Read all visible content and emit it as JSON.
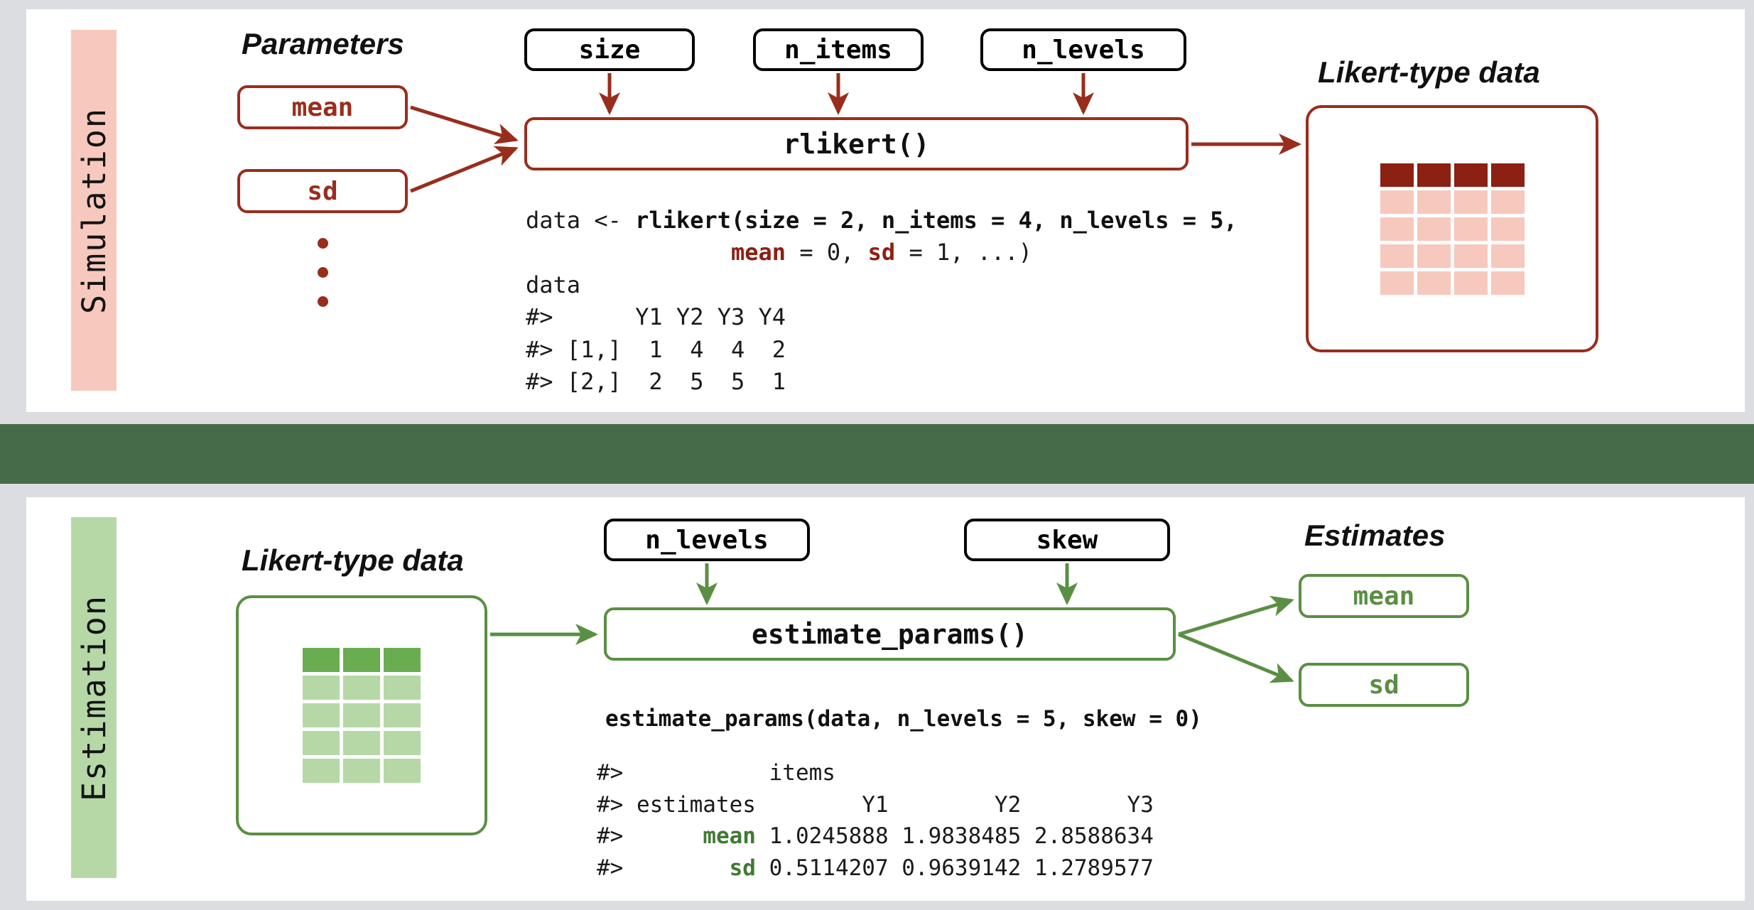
{
  "colors": {
    "page_background": "#dcdde0",
    "panel_background": "#ffffff",
    "divider_green": "#466b49",
    "simulation_accent": "#992d1d",
    "simulation_band": "#f7c8bd",
    "simulation_cell_dark": "#8c2012",
    "simulation_cell_light": "#f7c8bd",
    "estimation_accent": "#5a8f43",
    "estimation_band": "#b5d8a6",
    "estimation_cell_dark": "#6aac50",
    "estimation_cell_light": "#b5d8a6",
    "box_black": "#000000"
  },
  "simulation": {
    "side_label": "Simulation",
    "headings": {
      "parameters": "Parameters",
      "likert_data": "Likert-type data"
    },
    "argument_boxes": [
      {
        "label": "size"
      },
      {
        "label": "n_items"
      },
      {
        "label": "n_levels"
      }
    ],
    "parameter_boxes": [
      {
        "label": "mean"
      },
      {
        "label": "sd"
      }
    ],
    "ellipsis_dots": 3,
    "function_box": {
      "label": "rlikert()"
    },
    "code": {
      "call_line_1_prefix": "data <- ",
      "call_line_1_fn": "rlikert(",
      "call_line_1_args": "size = 2, n_items = 4, n_levels = 5,",
      "call_line_2_indent": "               ",
      "call_line_2_mean": "mean",
      "call_line_2_mid": " = 0, ",
      "call_line_2_sd": "sd",
      "call_line_2_tail": " = 1, ...)",
      "echo_line": "data",
      "out_header": "#>      Y1 Y2 Y3 Y4",
      "out_row_1": "#> [1,]  1  4  4  2",
      "out_row_2": "#> [2,]  2  5  5  1"
    },
    "data_grid": {
      "columns": 4,
      "rows": 5,
      "header_row_index": 0
    }
  },
  "estimation": {
    "side_label": "Estimation",
    "headings": {
      "likert_data": "Likert-type data",
      "estimates": "Estimates"
    },
    "argument_boxes": [
      {
        "label": "n_levels"
      },
      {
        "label": "skew"
      }
    ],
    "estimate_boxes": [
      {
        "label": "mean"
      },
      {
        "label": "sd"
      }
    ],
    "function_box": {
      "label": "estimate_params()"
    },
    "code": {
      "call_fn": "estimate_params(",
      "call_args": "data, n_levels = 5, skew = 0)",
      "out_line_1": "#>           items",
      "out_line_2": "#> estimates        Y1        Y2        Y3",
      "out_line_3_prefix": "#>      ",
      "out_line_3_key": "mean",
      "out_line_3_values": " 1.0245888 1.9838485 2.8588634",
      "out_line_4_prefix": "#>        ",
      "out_line_4_key": "sd",
      "out_line_4_values": " 0.5114207 0.9639142 1.2789577"
    },
    "data_grid": {
      "columns": 3,
      "rows": 5,
      "header_row_index": 0
    }
  }
}
